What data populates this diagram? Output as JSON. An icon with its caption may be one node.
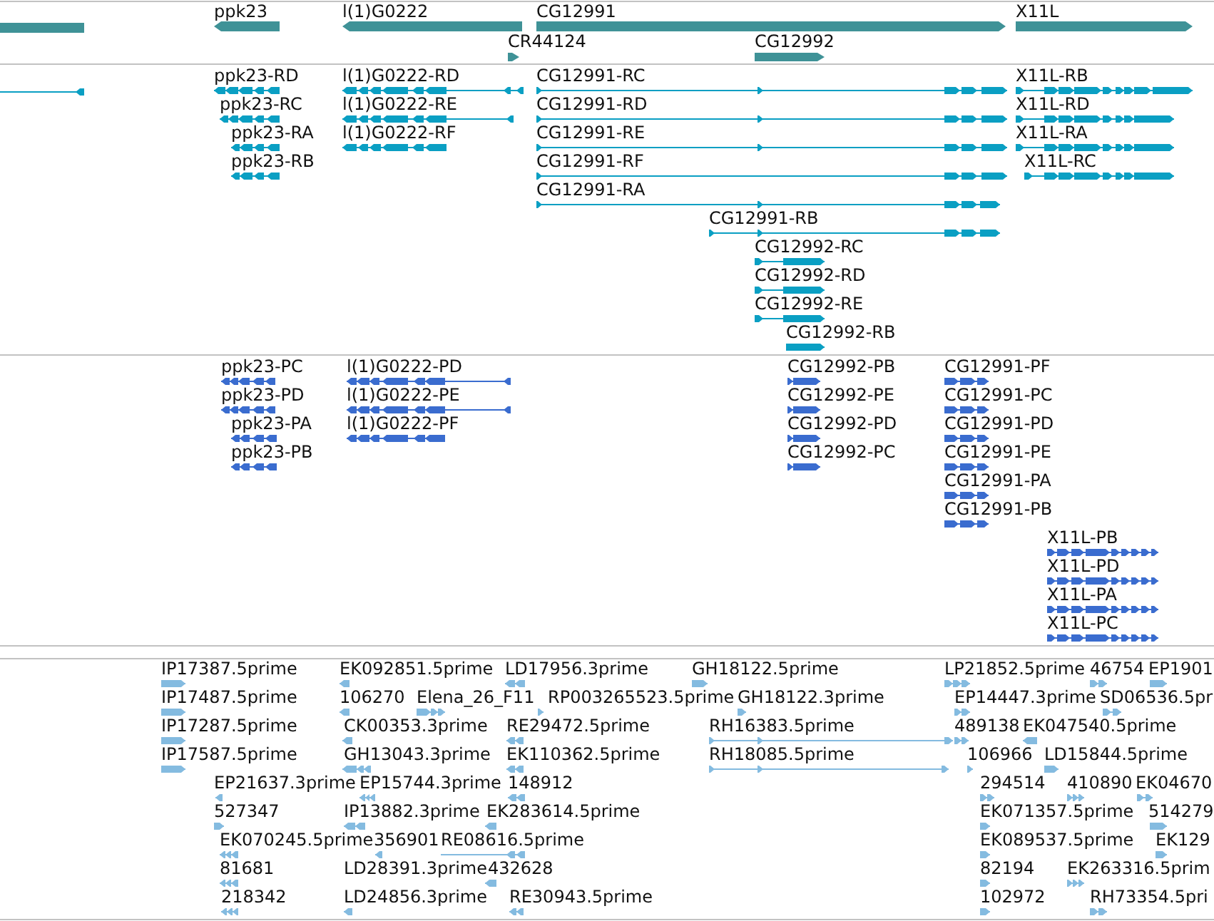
{
  "diagram": {
    "nodes": [
      {
        "text": [],
        "shape": "bar"
      },
      {
        "text": [
          "ppk23"
        ]
      },
      {
        "text": [
          "l(1)G0222"
        ]
      },
      {
        "text": [
          "CG12991"
        ]
      },
      {
        "text": [
          "X11L"
        ]
      },
      {
        "text": [
          "CR44124"
        ]
      },
      {
        "text": [
          "CG12992"
        ]
      },
      {
        "text": [],
        "shape": "line"
      },
      {
        "text": [
          "ppk23-RD"
        ]
      },
      {
        "text": [
          "l(1)G0222-RD"
        ]
      },
      {
        "text": [
          "CG12991-RC"
        ]
      },
      {
        "text": [
          "X11L-RB"
        ]
      },
      {
        "text": [
          "ppk23-RC"
        ]
      },
      {
        "text": [
          "l(1)G0222-RE"
        ]
      },
      {
        "text": [
          "CG12991-RD"
        ]
      },
      {
        "text": [
          "X11L-RD"
        ]
      },
      {
        "text": [
          "ppk23-RA"
        ]
      },
      {
        "text": [
          "l(1)G0222-RF"
        ]
      },
      {
        "text": [
          "CG12991-RE"
        ]
      },
      {
        "text": [
          "X11L-RA"
        ]
      },
      {
        "text": [
          "ppk23-RB"
        ]
      },
      {
        "text": [
          "CG12991-RF"
        ]
      },
      {
        "text": [
          "X11L-RC"
        ]
      },
      {
        "text": [
          "CG12991-RA"
        ]
      },
      {
        "text": [
          "CG12991-RB"
        ]
      },
      {
        "text": [
          "CG12992-RC"
        ]
      },
      {
        "text": [
          "CG12992-RD"
        ]
      },
      {
        "text": [
          "CG12992-RE"
        ]
      },
      {
        "text": [
          "CG12992-RB"
        ]
      },
      {
        "text": [
          "ppk23-PC"
        ]
      },
      {
        "text": [
          "l(1)G0222-PD"
        ]
      },
      {
        "text": [
          "CG12992-PB"
        ]
      },
      {
        "text": [
          "CG12991-PF"
        ]
      },
      {
        "text": [
          "ppk23-PD"
        ]
      },
      {
        "text": [
          "l(1)G0222-PE"
        ]
      },
      {
        "text": [
          "CG12992-PE"
        ]
      },
      {
        "text": [
          "CG12991-PC"
        ]
      },
      {
        "text": [
          "ppk23-PA"
        ]
      },
      {
        "text": [
          "l(1)G0222-PF"
        ]
      },
      {
        "text": [
          "CG12992-PD"
        ]
      },
      {
        "text": [
          "CG12991-PD"
        ]
      },
      {
        "text": [
          "ppk23-PB"
        ]
      },
      {
        "text": [
          "CG12992-PC"
        ]
      },
      {
        "text": [
          "CG12991-PE"
        ]
      },
      {
        "text": [
          "CG12991-PA"
        ]
      },
      {
        "text": [
          "CG12991-PB"
        ]
      },
      {
        "text": [
          "X11L-PB"
        ]
      },
      {
        "text": [
          "X11L-PD"
        ]
      },
      {
        "text": [
          "X11L-PA"
        ]
      },
      {
        "text": [
          "X11L-PC"
        ]
      },
      {
        "text": [
          "IP17387.5prime"
        ]
      },
      {
        "text": [
          "EK092851.5prime"
        ]
      },
      {
        "text": [
          "LD17956.3prime"
        ]
      },
      {
        "text": [
          "GH18122.5prime"
        ]
      },
      {
        "text": [
          "LP21852.5prime"
        ]
      },
      {
        "text": [
          "46754"
        ]
      },
      {
        "text": [
          "EP1901"
        ]
      },
      {
        "text": [
          "IP17487.5prime"
        ]
      },
      {
        "text": [
          "106270"
        ]
      },
      {
        "text": [
          "Elena_26_F11"
        ]
      },
      {
        "text": [
          "RP003265523.5prime"
        ]
      },
      {
        "text": [
          "GH18122.3prime"
        ]
      },
      {
        "text": [
          "EP14447.3prime"
        ]
      },
      {
        "text": [
          "SD06536.5pr"
        ]
      },
      {
        "text": [
          "IP17287.5prime"
        ]
      },
      {
        "text": [
          "CK00353.3prime"
        ]
      },
      {
        "text": [
          "RE29472.5prime"
        ]
      },
      {
        "text": [
          "RH16383.5prime"
        ]
      },
      {
        "text": [
          "489138"
        ]
      },
      {
        "text": [
          "EK047540.5prime"
        ]
      },
      {
        "text": [
          "IP17587.5prime"
        ]
      },
      {
        "text": [
          "GH13043.3prime"
        ]
      },
      {
        "text": [
          "EK110362.5prime"
        ]
      },
      {
        "text": [
          "RH18085.5prime"
        ]
      },
      {
        "text": [
          "106966"
        ]
      },
      {
        "text": [
          "LD15844.5prime"
        ]
      },
      {
        "text": [
          "EP21637.3prime"
        ]
      },
      {
        "text": [
          "EP15744.3prime"
        ]
      },
      {
        "text": [
          "148912"
        ]
      },
      {
        "text": [
          "294514"
        ]
      },
      {
        "text": [
          "410890"
        ]
      },
      {
        "text": [
          "EK04670"
        ]
      },
      {
        "text": [
          "527347"
        ]
      },
      {
        "text": [
          "IP13882.3prime"
        ]
      },
      {
        "text": [
          "EK283614.5prime"
        ]
      },
      {
        "text": [
          "EK071357.5prime"
        ]
      },
      {
        "text": [
          "514279"
        ]
      },
      {
        "text": [
          "EK070245.5prime"
        ]
      },
      {
        "text": [
          "356901"
        ]
      },
      {
        "text": [
          "RE08616.5prime"
        ]
      },
      {
        "text": [
          "EK089537.5prime"
        ]
      },
      {
        "text": [
          "EK129"
        ]
      },
      {
        "text": [
          "81681"
        ]
      },
      {
        "text": [
          "LD28391.3prime"
        ]
      },
      {
        "text": [
          "432628"
        ]
      },
      {
        "text": [
          "82194"
        ]
      },
      {
        "text": [
          "EK263316.5prim"
        ]
      },
      {
        "text": [
          "218342"
        ]
      },
      {
        "text": [
          "LD24856.3prime"
        ]
      },
      {
        "text": [
          "RE30943.5prime"
        ]
      },
      {
        "text": [
          "102972"
        ]
      },
      {
        "text": [
          "RH73354.5pri"
        ]
      }
    ]
  }
}
